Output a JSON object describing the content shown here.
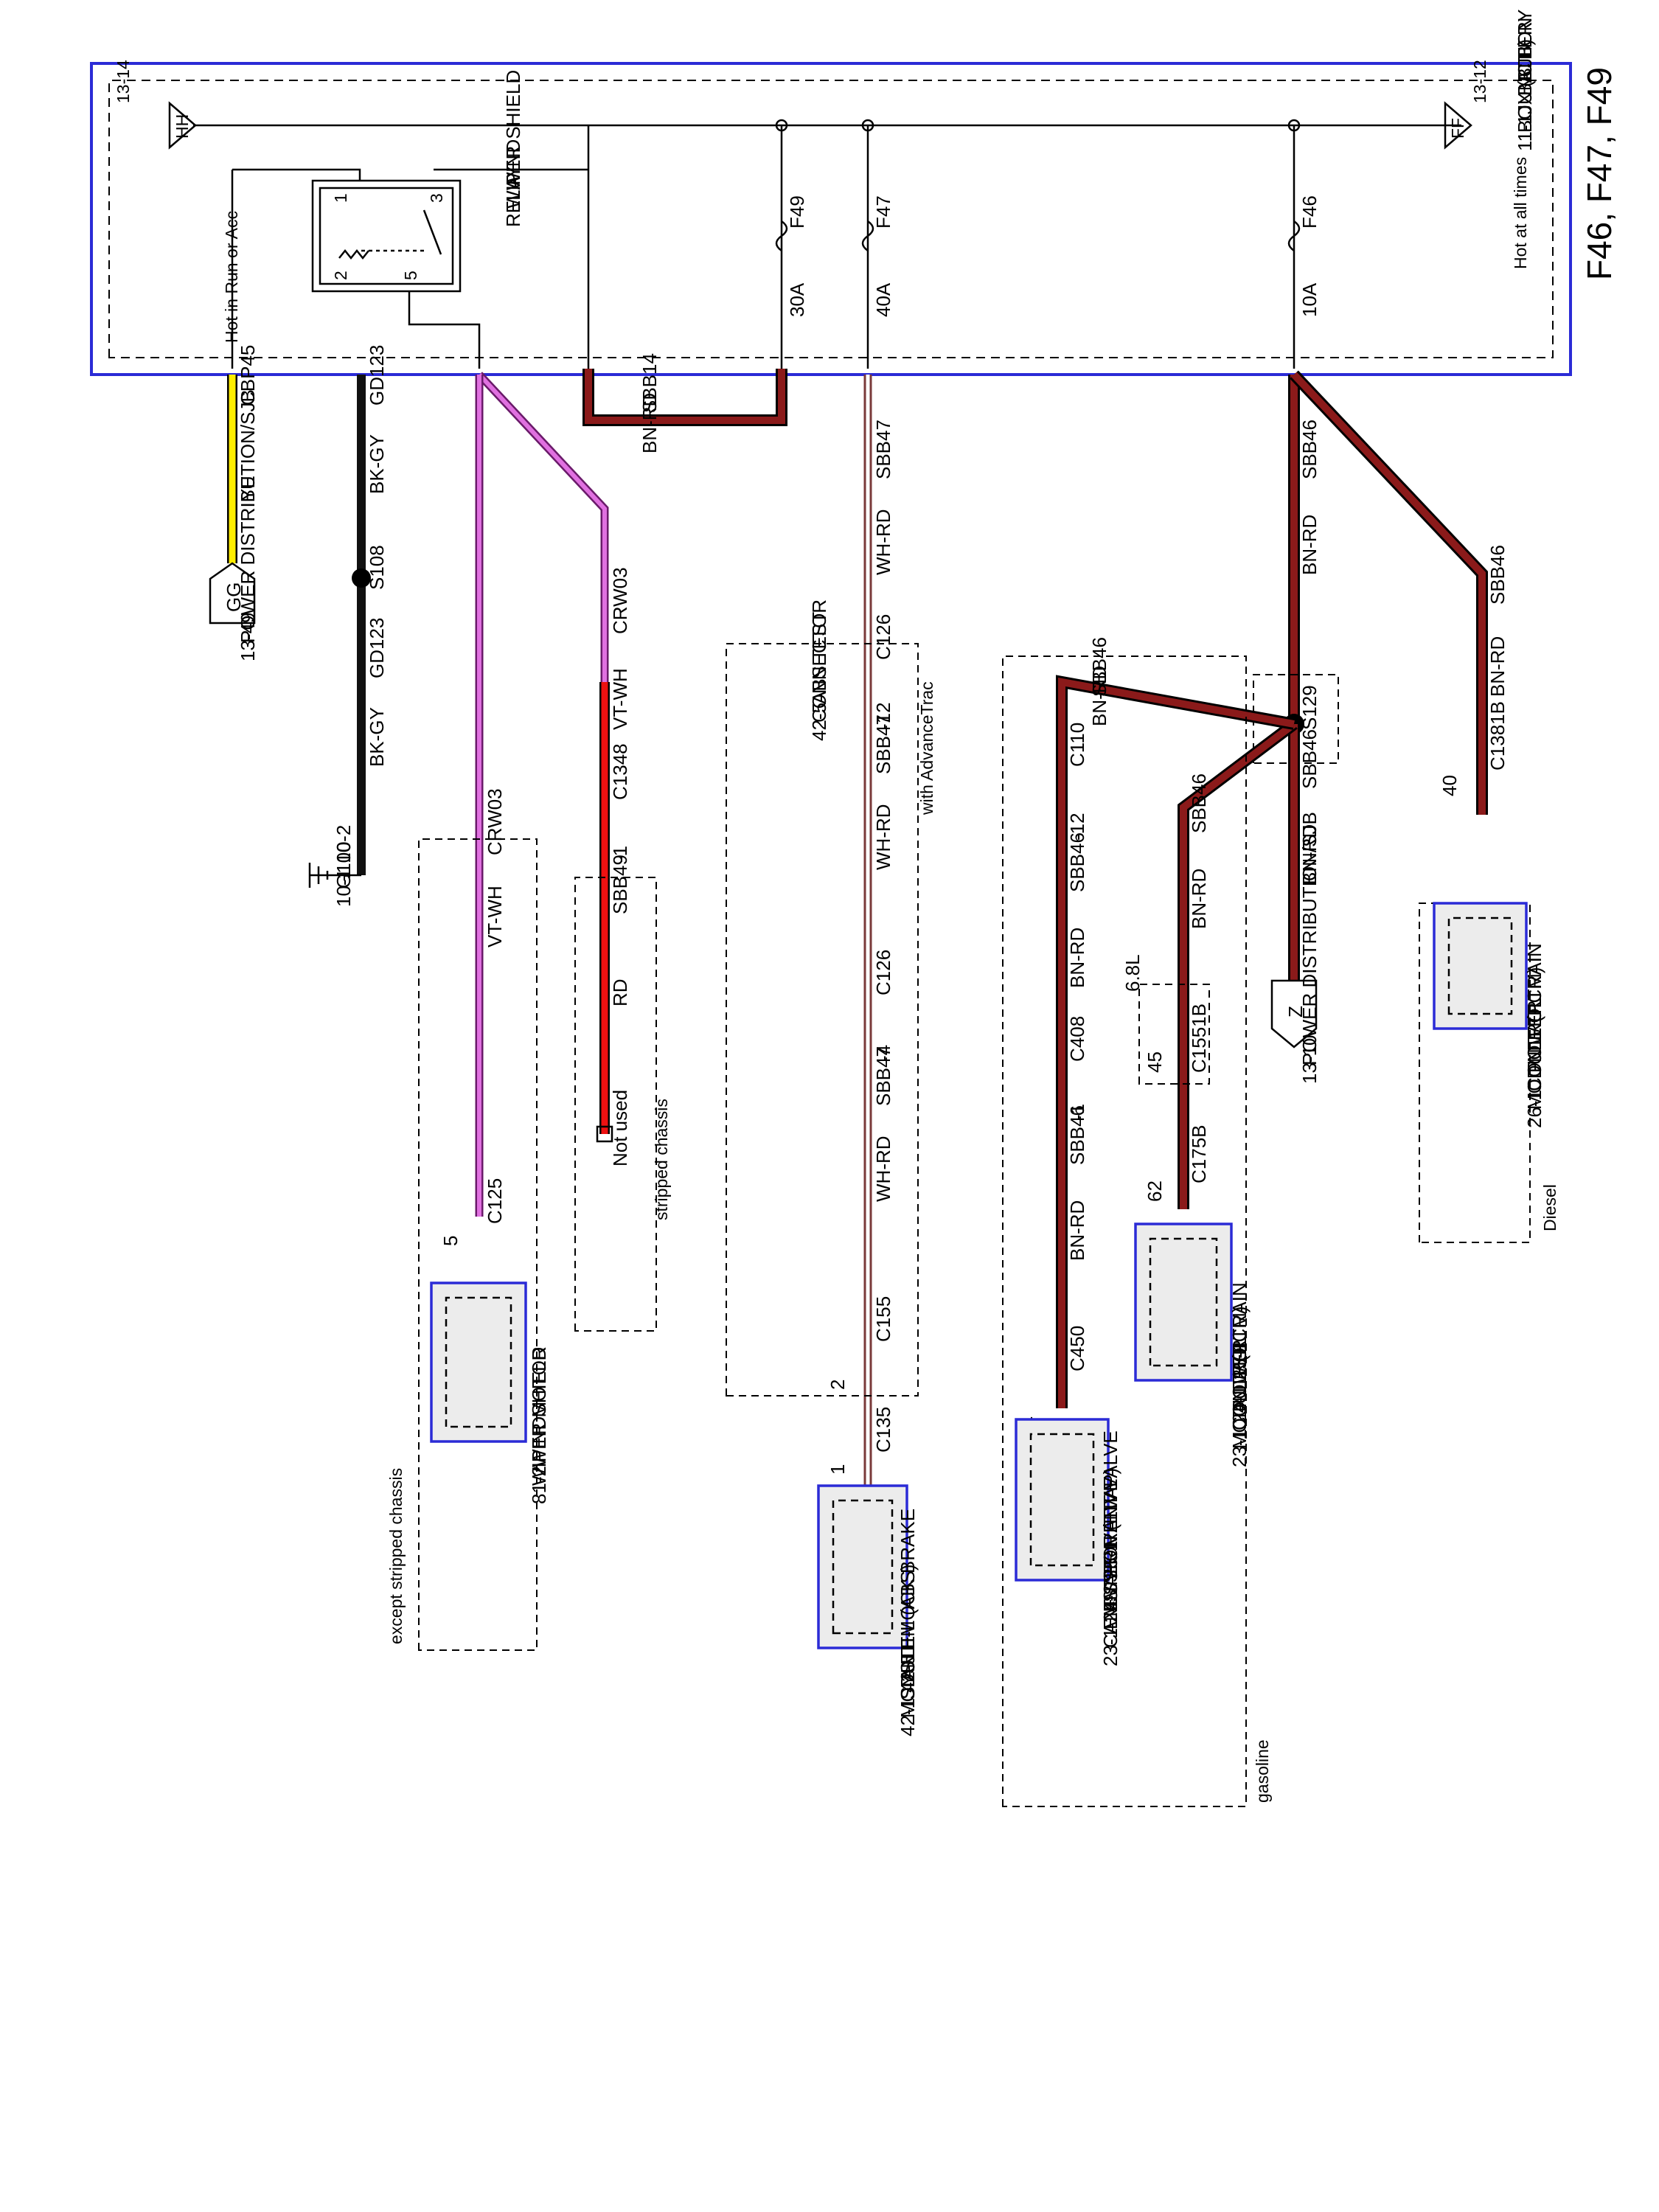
{
  "title": "F46, F47, F49",
  "bjb": {
    "name": [
      "BATTERY",
      "JUNCTION",
      "BOX (BJB)",
      "11-1"
    ],
    "hot_all": "Hot at all times",
    "ref_left": "13-14",
    "ref_right": "13-12",
    "symbol_left": "HH",
    "symbol_right": "FF"
  },
  "relay": {
    "name": [
      "WINDSHIELD",
      "WIPER",
      "RELAY"
    ],
    "hot_run": "Hot in Run or Acc",
    "pins": [
      "1",
      "2",
      "3",
      "5"
    ]
  },
  "fuses": [
    {
      "id": "F46",
      "rating": "10A"
    },
    {
      "id": "F47",
      "rating": "40A"
    },
    {
      "id": "F49",
      "rating": "30A"
    }
  ],
  "wire_labels": {
    "sbb14": "SBB14",
    "bn_rd": "BN-RD",
    "sbb46": "SBB46",
    "sbb47": "SBB47",
    "wh_rd": "WH-RD",
    "sbb49": "SBB49",
    "rd": "RD",
    "crw03": "CRW03",
    "vt_wh": "VT-WH",
    "gd123": "GD123",
    "bk_gy": "BK-GY",
    "cbp45": "CBP45",
    "ye": "YE"
  },
  "connectors": {
    "c1381b": "C1381B",
    "c1381b_pin": "40",
    "s129": "S129",
    "s108": "S108",
    "c110": "C110",
    "c110_pin": "-12",
    "c1551b": "C1551B",
    "c1551b_pin": "45",
    "c175b": "C175B",
    "c175b_pin": "62",
    "c408": "C408",
    "c408_pin": "-1",
    "c450": "C450",
    "c450_pin": "1",
    "c126a": "C126",
    "c126a_pin": "-12",
    "c126b": "C126",
    "c126b_pin": "-4",
    "c155": "C155",
    "c155_pin": "2",
    "c135": "C135",
    "c135_pin": "1",
    "c1348": "C1348",
    "c1348_pin": "-1",
    "c125": "C125",
    "c125_pin": "5",
    "engine": "6.8L"
  },
  "components": {
    "pcm_diesel": [
      "POWERTRAIN",
      "CONTROL",
      "MODULE (PCM)",
      "26-1"
    ],
    "pcm_gas": [
      "POWERTRAIN",
      "CONTROL",
      "MODULE (PCM)",
      "23-1     24-1     25-1"
    ],
    "evap": [
      "EVAPORATIVE",
      "EMISSION (EVAP)",
      "CANISTER VENT VALVE",
      "23-1     24-1     25-1"
    ],
    "abs": [
      "ANTI-LOCK BRAKE",
      "SYSTEM (ABS)",
      "MODULE",
      "42-1         42-5"
    ],
    "abs_test": [
      "ABS TEST",
      "CONNECTOR",
      "42-5"
    ],
    "wiper_motor": [
      "WINDSHIELD",
      "WIPER MOTOR",
      "81-2"
    ],
    "pd_z": [
      "POWER DISTRIBUTION/SJB",
      "13-10"
    ],
    "pd_gg": [
      "POWER DISTRIBUTION/SJB",
      "13-49"
    ],
    "g100": [
      "G100",
      "10-1    10-2"
    ],
    "z_label": "Z",
    "gg_label": "GG",
    "not_used": "Not used"
  },
  "regions": {
    "diesel": "Diesel",
    "gasoline": "gasoline",
    "advance_trac": "with AdvanceTrac",
    "stripped": "stripped chassis",
    "except_stripped": "except stripped chassis"
  },
  "colors": {
    "bn_rd": "#8b1a1a",
    "red": "#ee1111",
    "violet": "#d44ad4",
    "yellow": "#ffee00",
    "black": "#111111",
    "wh_rd": "#b05a5a",
    "frame": "#2b2bd6"
  }
}
